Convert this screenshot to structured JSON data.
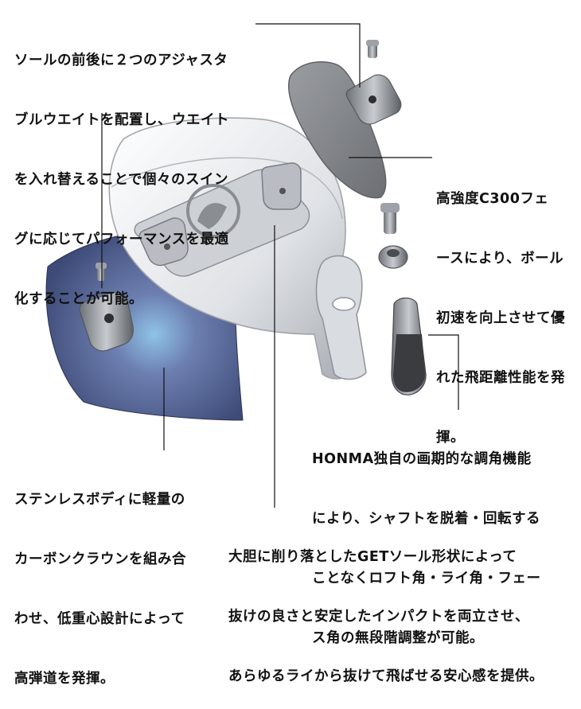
{
  "callouts": {
    "weights": [
      "ソールの前後に２つのアジャスタ",
      "ブルウエイトを配置し、ウエイト",
      "を入れ替えることで個々のスイン",
      "グに応じてパフォーマンスを最適",
      "化することが可能。"
    ],
    "face": [
      "高強度C300フェ",
      "ースにより、ボール",
      "初速を向上させて優",
      "れた飛距離性能を発",
      "揮。"
    ],
    "adjust": [
      "HONMA独自の画期的な調角機能",
      "により、シャフトを脱着・回転する",
      "ことなくロフト角・ライ角・フェー",
      "ス角の無段階調整が可能。"
    ],
    "crown": [
      "ステンレスボディに軽量の",
      "カーボンクラウンを組み合",
      "わせ、低重心設計によって",
      "高弾道を発揮。"
    ],
    "sole": [
      "大胆に削り落としたGETソール形状によって",
      "抜けの良さと安定したインパクトを両立させ、",
      "あらゆるライから抜けて飛ばせる安心感を提供。"
    ]
  },
  "colors": {
    "line": "#111111",
    "crown": "#4a5a86",
    "body": "#e4e6ea",
    "metal": "#8a8d92",
    "face": "#7f8286"
  }
}
